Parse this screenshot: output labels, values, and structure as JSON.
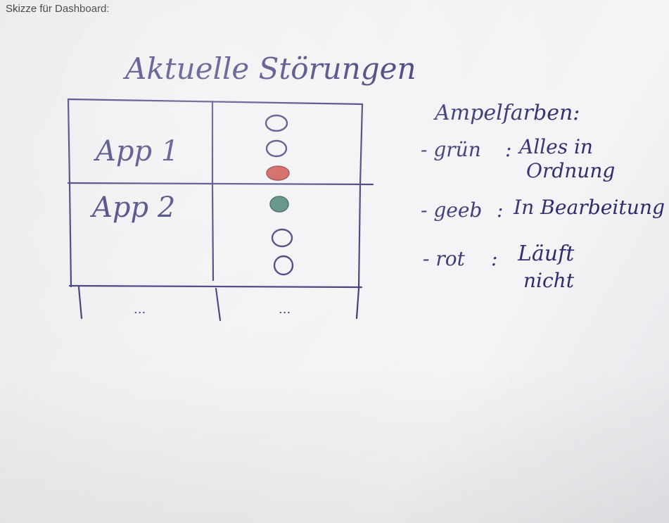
{
  "caption": "Skizze für Dashboard:",
  "sketch": {
    "title": "Aktuelle Störungen",
    "table": {
      "rows": [
        {
          "label": "App 1",
          "lights": [
            "empty",
            "empty",
            "red"
          ]
        },
        {
          "label": "App 2",
          "lights": [
            "green",
            "empty",
            "empty"
          ]
        },
        {
          "label": "...",
          "status_placeholder": "..."
        }
      ]
    },
    "legend": {
      "title": "Ampelfarben:",
      "items": [
        {
          "marker": "- grün",
          "sep": ":",
          "text_line1": "Alles in",
          "text_line2": "Ordnung"
        },
        {
          "marker": "- geeb",
          "sep": ":",
          "text_line1": "In Bearbeitung",
          "text_line2": ""
        },
        {
          "marker": "- rot",
          "sep": ":",
          "text_line1": "Läuft",
          "text_line2": "nicht"
        }
      ]
    }
  },
  "colors": {
    "ink": "#2d2b6e",
    "red_light": "#c8433e",
    "green_light": "#3c7a6a",
    "paper": "#f1f1f3"
  }
}
